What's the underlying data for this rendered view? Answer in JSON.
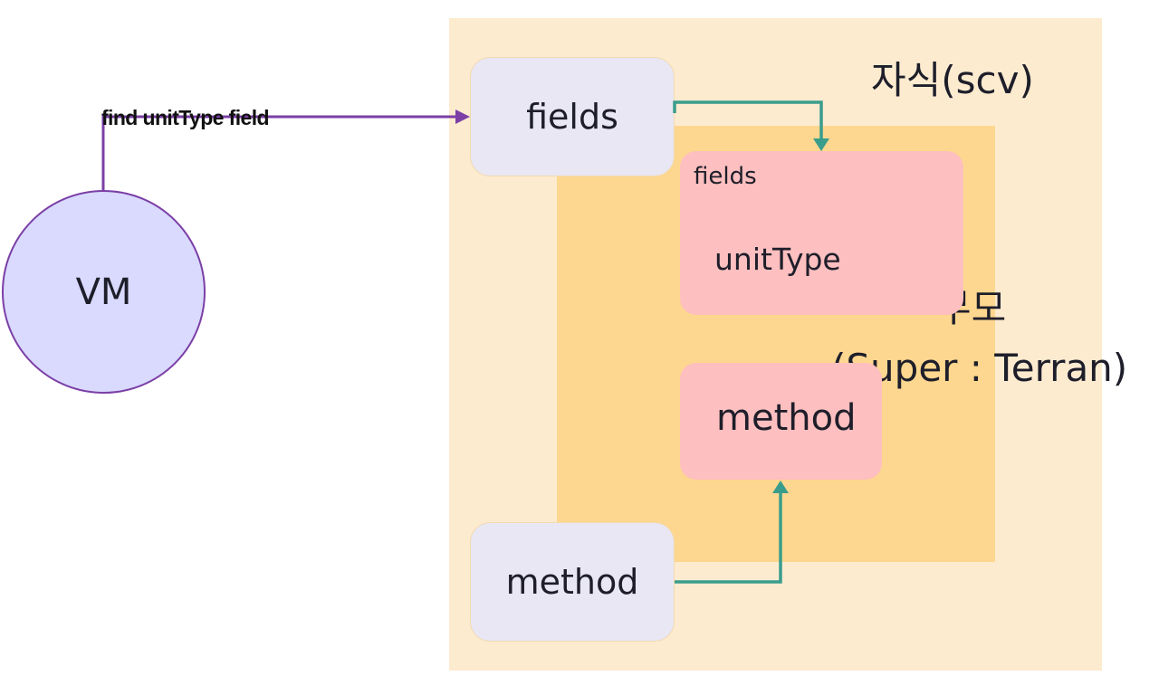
{
  "child": {
    "title": "자식(scv)"
  },
  "parent": {
    "title_line1": "부모",
    "title_line2": "(Super : Terran)"
  },
  "nodes": {
    "child_fields": "fields",
    "child_method": "method",
    "parent_fields_header": "fields",
    "parent_field_item": "unitType",
    "parent_method": "method",
    "vm": "VM"
  },
  "edges": {
    "vm_to_fields_label": "find unitType field"
  },
  "colors": {
    "child_region": "#fdebd0",
    "parent_region": "#fdd78f",
    "blue_node": "#e8e7f3",
    "pink_node": "#fdbfbf",
    "vm_fill": "#d9dafe",
    "purple_edge": "#7b3fa6",
    "teal_edge": "#3a9d8c"
  }
}
